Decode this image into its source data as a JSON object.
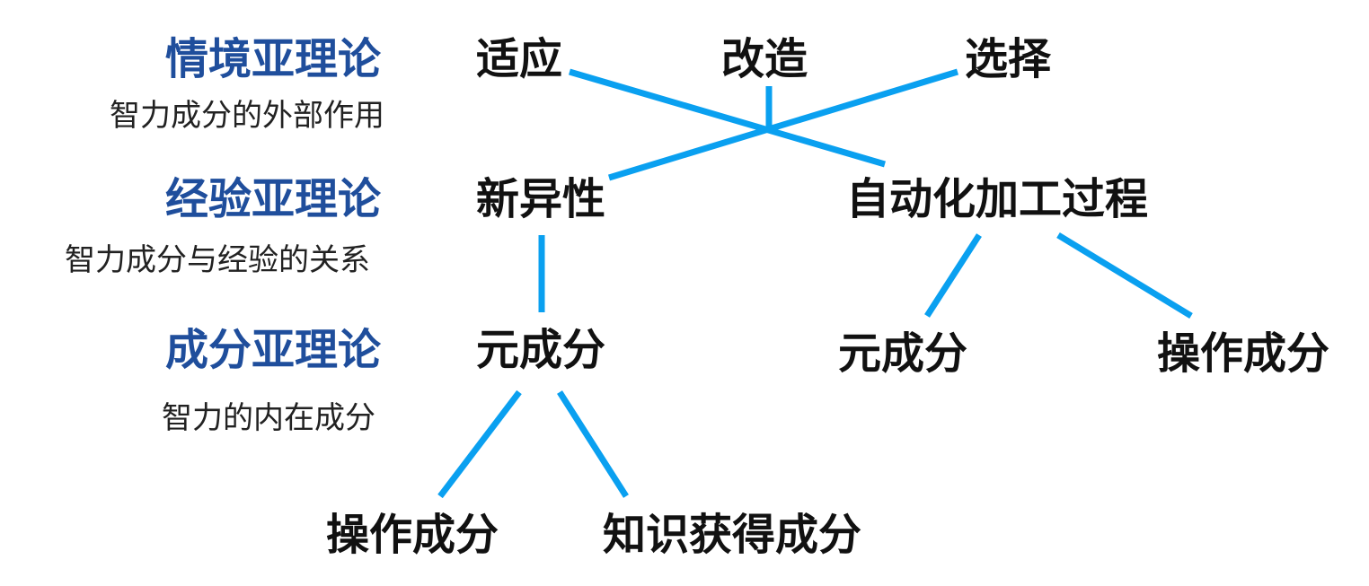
{
  "theories": [
    {
      "title": "情境亚理论",
      "subtitle": "智力成分的外部作用"
    },
    {
      "title": "经验亚理论",
      "subtitle": "智力成分与经验的关系"
    },
    {
      "title": "成分亚理论",
      "subtitle": "智力的内在成分"
    }
  ],
  "nodes": {
    "adapt": "适应",
    "shape": "改造",
    "select": "选择",
    "novelty": "新异性",
    "automation": "自动化加工过程",
    "meta_left": "元成分",
    "meta_right": "元成分",
    "performance_right": "操作成分",
    "performance_bottom": "操作成分",
    "knowledge": "知识获得成分"
  },
  "colors": {
    "theory_title": "#1f4e9c",
    "link_line": "#0aa0f0",
    "node_text": "#111111"
  }
}
